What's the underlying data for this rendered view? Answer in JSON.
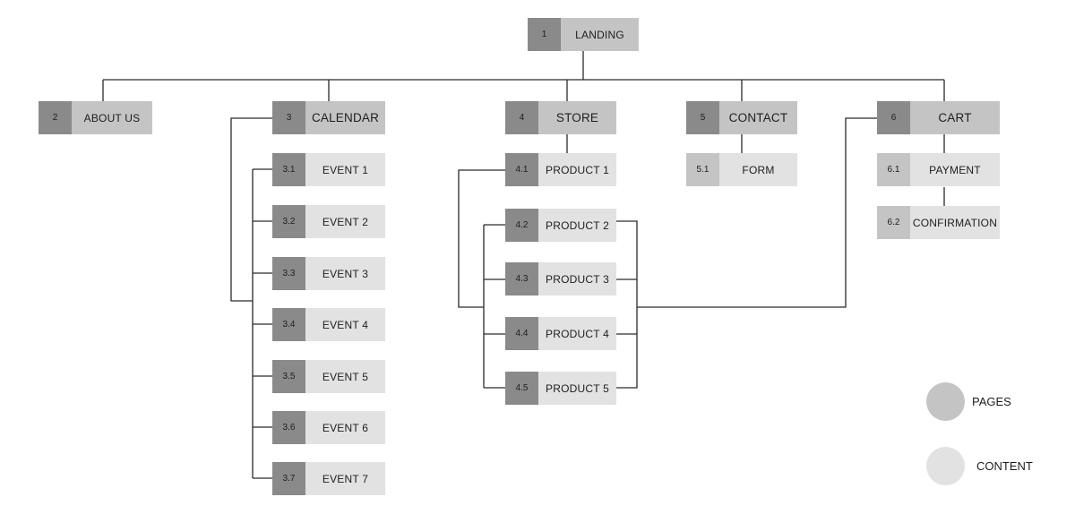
{
  "nodes": {
    "n1": {
      "num": "1",
      "label": "LANDING"
    },
    "n2": {
      "num": "2",
      "label": "ABOUT US"
    },
    "n3": {
      "num": "3",
      "label": "CALENDAR"
    },
    "n4": {
      "num": "4",
      "label": "STORE"
    },
    "n5": {
      "num": "5",
      "label": "CONTACT"
    },
    "n6": {
      "num": "6",
      "label": "CART"
    },
    "n31": {
      "num": "3.1",
      "label": "EVENT 1"
    },
    "n32": {
      "num": "3.2",
      "label": "EVENT 2"
    },
    "n33": {
      "num": "3.3",
      "label": "EVENT 3"
    },
    "n34": {
      "num": "3.4",
      "label": "EVENT 4"
    },
    "n35": {
      "num": "3.5",
      "label": "EVENT 5"
    },
    "n36": {
      "num": "3.6",
      "label": "EVENT 6"
    },
    "n37": {
      "num": "3.7",
      "label": "EVENT 7"
    },
    "n41": {
      "num": "4.1",
      "label": "PRODUCT 1"
    },
    "n42": {
      "num": "4.2",
      "label": "PRODUCT 2"
    },
    "n43": {
      "num": "4.3",
      "label": "PRODUCT 3"
    },
    "n44": {
      "num": "4.4",
      "label": "PRODUCT 4"
    },
    "n45": {
      "num": "4.5",
      "label": "PRODUCT 5"
    },
    "n51": {
      "num": "5.1",
      "label": "FORM"
    },
    "n61": {
      "num": "6.1",
      "label": "PAYMENT"
    },
    "n62": {
      "num": "6.2",
      "label": "CONFIRMATION"
    }
  },
  "legend": {
    "pages": {
      "label": "PAGES",
      "color": "#c4c4c4"
    },
    "content": {
      "label": "CONTENT",
      "color": "#e2e2e2"
    }
  },
  "colors": {
    "number_block": "#8a8a8a",
    "page_fill": "#c4c4c4",
    "content_fill": "#e2e2e2",
    "connector": "#2a2a2a"
  }
}
